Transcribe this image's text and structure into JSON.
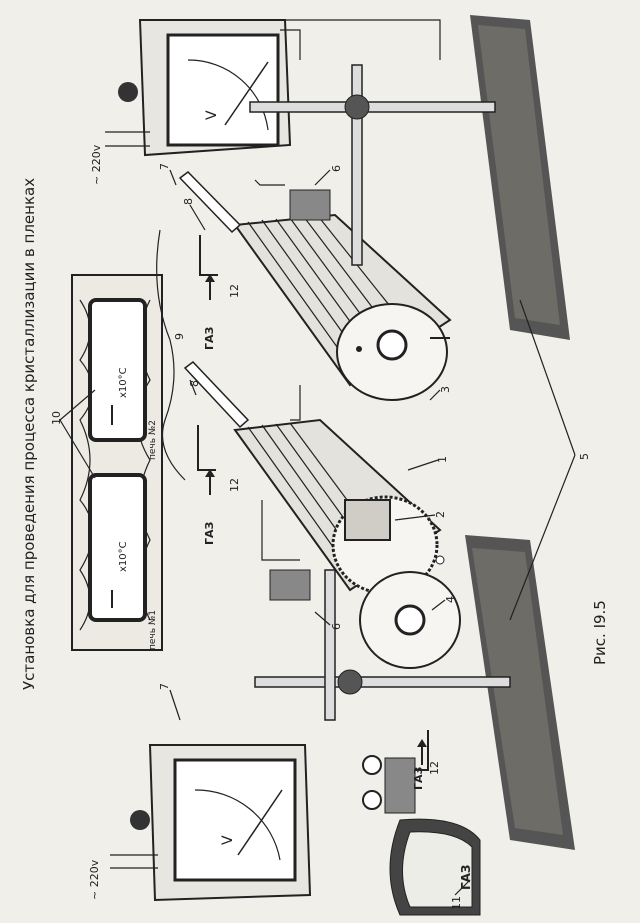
{
  "title": "Установка для проведения процесса кристаллизации в пленках",
  "caption": "Рис. I9.5",
  "labels": {
    "n1": "1",
    "n2": "2",
    "n3": "3",
    "n4": "4",
    "n5": "5",
    "n6a": "6",
    "n6b": "6",
    "n7a": "7",
    "n7b": "7",
    "n8a": "8",
    "n8b": "8",
    "n9": "9",
    "n10": "10",
    "n11": "11",
    "n12a": "12",
    "n12b": "12",
    "n12c": "12"
  },
  "gas_labels": {
    "g1": "ГАЗ",
    "g2": "ГАЗ",
    "g3": "ГАЗ",
    "cyl": "ГАЗ"
  },
  "mains": {
    "top": "~ 220v",
    "bottom": "~ 220v"
  },
  "meter_letter": {
    "top": "V",
    "bottom": "V"
  },
  "gauge_scale": {
    "left": "х10°С",
    "right": "х10°С"
  },
  "furnace_tags": {
    "f1": "печь №1",
    "f2": "печь №2"
  }
}
